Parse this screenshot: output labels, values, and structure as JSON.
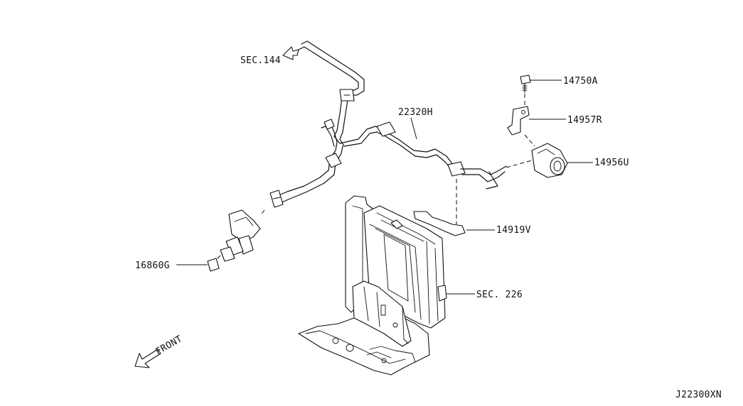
{
  "diagram": {
    "drawing_id": "J22300XN",
    "front_label": "FRONT",
    "callouts": [
      {
        "id": "sec144",
        "text": "SEC.144"
      },
      {
        "id": "p22320h",
        "text": "22320H"
      },
      {
        "id": "p14750a",
        "text": "14750A"
      },
      {
        "id": "p14957r",
        "text": "14957R"
      },
      {
        "id": "p14956u",
        "text": "14956U"
      },
      {
        "id": "p14919v",
        "text": "14919V"
      },
      {
        "id": "p16860g",
        "text": "16860G"
      },
      {
        "id": "sec226",
        "text": "SEC. 226"
      }
    ]
  }
}
